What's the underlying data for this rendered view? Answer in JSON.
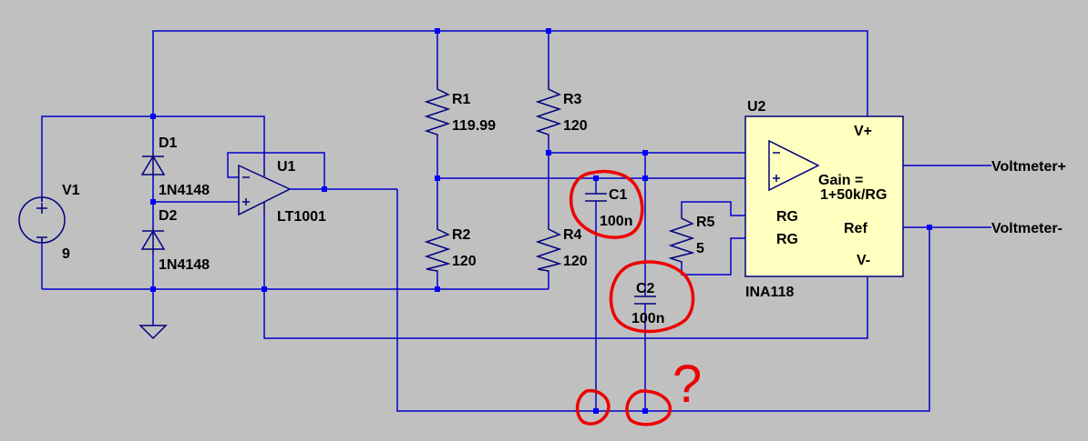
{
  "colors": {
    "background": "#c0c0c0",
    "wire": "#0000cc",
    "component": "#000080",
    "junction": "#0000ff",
    "ina_fill": "#ffffc0",
    "annotation": "#ee0000"
  },
  "labels": {
    "v1_name": "V1",
    "v1_value": "9",
    "d1_name": "D1",
    "d1_model": "1N4148",
    "d2_name": "D2",
    "d2_model": "1N4148",
    "u1_name": "U1",
    "u1_model": "LT1001",
    "r1_name": "R1",
    "r1_value": "119.99",
    "r2_name": "R2",
    "r2_value": "120",
    "r3_name": "R3",
    "r3_value": "120",
    "r4_name": "R4",
    "r4_value": "120",
    "r5_name": "R5",
    "r5_value": "5",
    "c1_name": "C1",
    "c1_value": "100n",
    "c2_name": "C2",
    "c2_value": "100n",
    "u2_name": "U2",
    "u2_model": "INA118",
    "u2_vplus": "V+",
    "u2_vminus": "V-",
    "u2_gain_line1": "Gain =",
    "u2_gain_line2": "1+50k/RG",
    "u2_rg1": "RG",
    "u2_rg2": "RG",
    "u2_ref": "Ref",
    "net_vout_plus": "Voltmeter+",
    "net_vout_minus": "Voltmeter-",
    "annotation_mark": "?"
  }
}
